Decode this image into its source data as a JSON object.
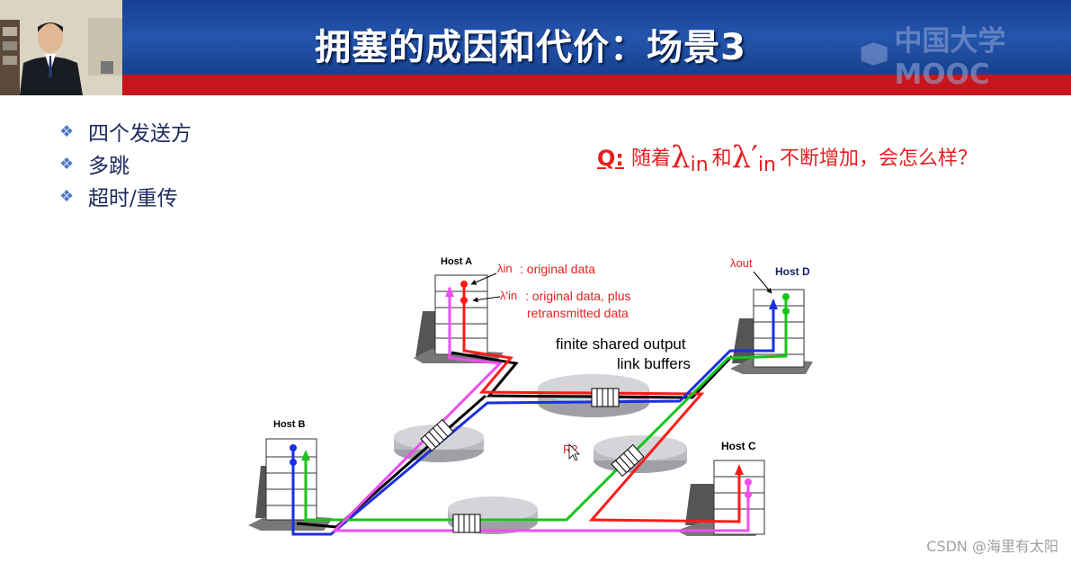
{
  "slide": {
    "title": "拥塞的成因和代价：场景3",
    "logo_text": "中国大学MOOC",
    "bullets": [
      {
        "text": "四个发送方"
      },
      {
        "text": "多跳"
      },
      {
        "text": "超时/重传"
      }
    ],
    "question": {
      "label": "Q:",
      "part1": "随着",
      "lambda1": "λ",
      "lambda1_sub": "in",
      "connector": "和",
      "lambda2": "λ′",
      "lambda2_sub": "in",
      "part2": "不断增加，会怎么样？"
    }
  },
  "diagram": {
    "host_a": "Host A",
    "host_b": "Host B",
    "host_c": "Host C",
    "host_d": "Host D",
    "lambda_in_label": "λin",
    "lambda_in_text": ": original data",
    "lambda_prime_label": "λ'in",
    "lambda_prime_text_line1": ": original data, plus",
    "lambda_prime_text_line2": "retransmitted data",
    "lambda_out_label": "λout",
    "buffer_text_line1": "finite shared output",
    "buffer_text_line2": "link buffers",
    "router_label": "R2"
  },
  "watermark": "CSDN @海里有太阳",
  "colors": {
    "header_blue": "#1c4a9e",
    "header_red": "#c8141a",
    "accent_red": "#e32020",
    "path_red": "#ff1a1a",
    "path_blue": "#1a2fe0",
    "path_green": "#18c41a",
    "path_magenta": "#f04cf0"
  }
}
